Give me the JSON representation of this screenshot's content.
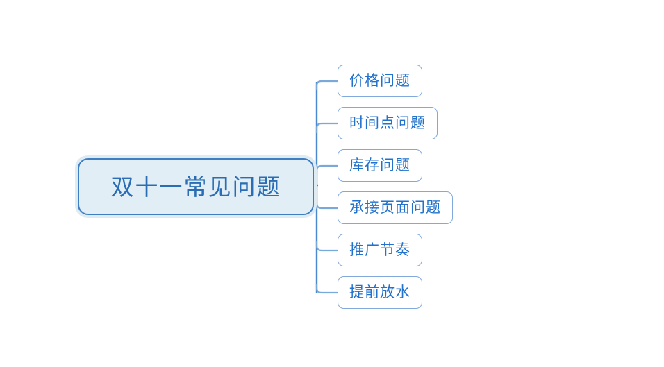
{
  "diagram": {
    "type": "mind-map",
    "background_color": "#ffffff",
    "root": {
      "label": "双十一常见问题",
      "fill_color": "#e2eef5",
      "border_color": "#3f7fc1",
      "glow_color": "#dfebf2",
      "text_color": "#2a6db5"
    },
    "connector": {
      "trunk_color": "#4a89d0",
      "branch_color": "#7aa8d8"
    },
    "children": [
      {
        "label": "价格问题"
      },
      {
        "label": "时间点问题"
      },
      {
        "label": "库存问题"
      },
      {
        "label": "承接页面问题"
      },
      {
        "label": "推广节奏"
      },
      {
        "label": "提前放水"
      }
    ],
    "child_style": {
      "fill_color": "#ffffff",
      "border_color": "#81a9dc",
      "text_color": "#2272cc"
    }
  }
}
